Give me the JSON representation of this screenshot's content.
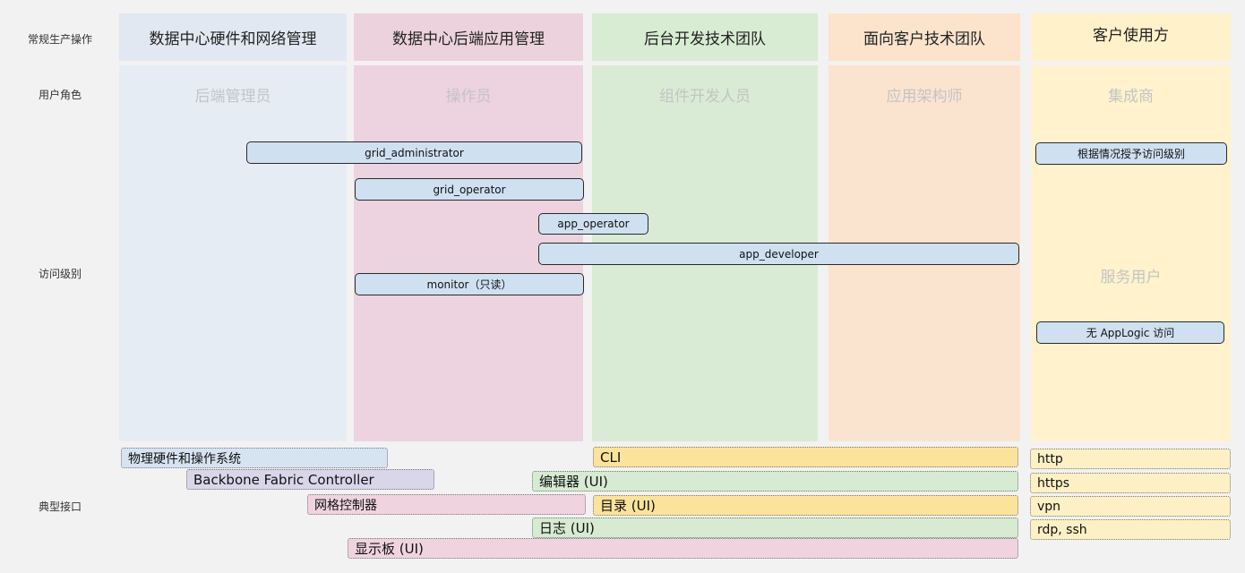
{
  "row_labels": {
    "operations": "常规生产操作",
    "user_roles": "用户角色",
    "access_levels": "访问级别",
    "interfaces": "典型接口"
  },
  "columns": [
    {
      "header": "数据中心硬件和网络管理",
      "role": "后端管理员"
    },
    {
      "header": "数据中心后端应用管理",
      "role": "操作员"
    },
    {
      "header": "后台开发技术团队",
      "role": "组件开发人员"
    },
    {
      "header": "面向客户技术团队",
      "role": "应用架构师"
    },
    {
      "header": "客户使用方",
      "role": "集成商",
      "extra_role": "服务用户"
    }
  ],
  "access_levels": {
    "grid_administrator": "grid_administrator",
    "grid_operator": "grid_operator",
    "app_operator": "app_operator",
    "app_developer": "app_developer",
    "monitor": "monitor（只读）",
    "customer_granted": "根据情况授予访问级别",
    "no_applogic": "无 AppLogic 访问"
  },
  "interfaces": {
    "hardware_os": "物理硬件和操作系统",
    "backbone": "Backbone Fabric Controller",
    "grid_controller": "网格控制器",
    "cli": "CLI",
    "editor": "编辑器 (UI)",
    "catalog": "目录 (UI)",
    "log": "日志 (UI)",
    "dashboard": "显示板 (UI)",
    "customer": [
      "http",
      "https",
      "vpn",
      "rdp, ssh"
    ]
  }
}
